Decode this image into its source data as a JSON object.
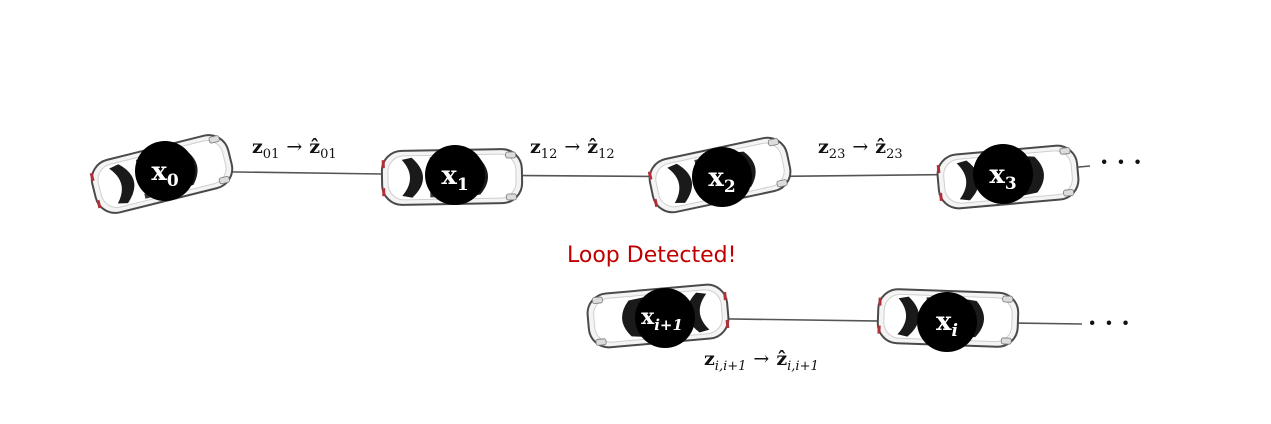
{
  "nodes": [
    {
      "id": "x0",
      "base": "x",
      "sub": "0"
    },
    {
      "id": "x1",
      "base": "x",
      "sub": "1"
    },
    {
      "id": "x2",
      "base": "x",
      "sub": "2"
    },
    {
      "id": "x3",
      "base": "x",
      "sub": "3"
    },
    {
      "id": "xi1",
      "base": "x",
      "sub": "i+1"
    },
    {
      "id": "xi",
      "base": "x",
      "sub": "i"
    }
  ],
  "edges": [
    {
      "from": "x0",
      "to": "x1",
      "label_z": "z",
      "label_sub": "01",
      "arrow": "→",
      "label_zhat": "ẑ"
    },
    {
      "from": "x1",
      "to": "x2",
      "label_z": "z",
      "label_sub": "12",
      "arrow": "→",
      "label_zhat": "ẑ"
    },
    {
      "from": "x2",
      "to": "x3",
      "label_z": "z",
      "label_sub": "23",
      "arrow": "→",
      "label_zhat": "ẑ"
    },
    {
      "from": "xi1",
      "to": "xi",
      "label_z": "z",
      "label_sub": "i,i+1",
      "arrow": "→",
      "label_zhat": "ẑ"
    }
  ],
  "ellipsis": "· · ·",
  "loop_text": "Loop Detected!",
  "colors": {
    "node": "#000000",
    "loop_text": "#c00000",
    "edge": "#555555"
  }
}
